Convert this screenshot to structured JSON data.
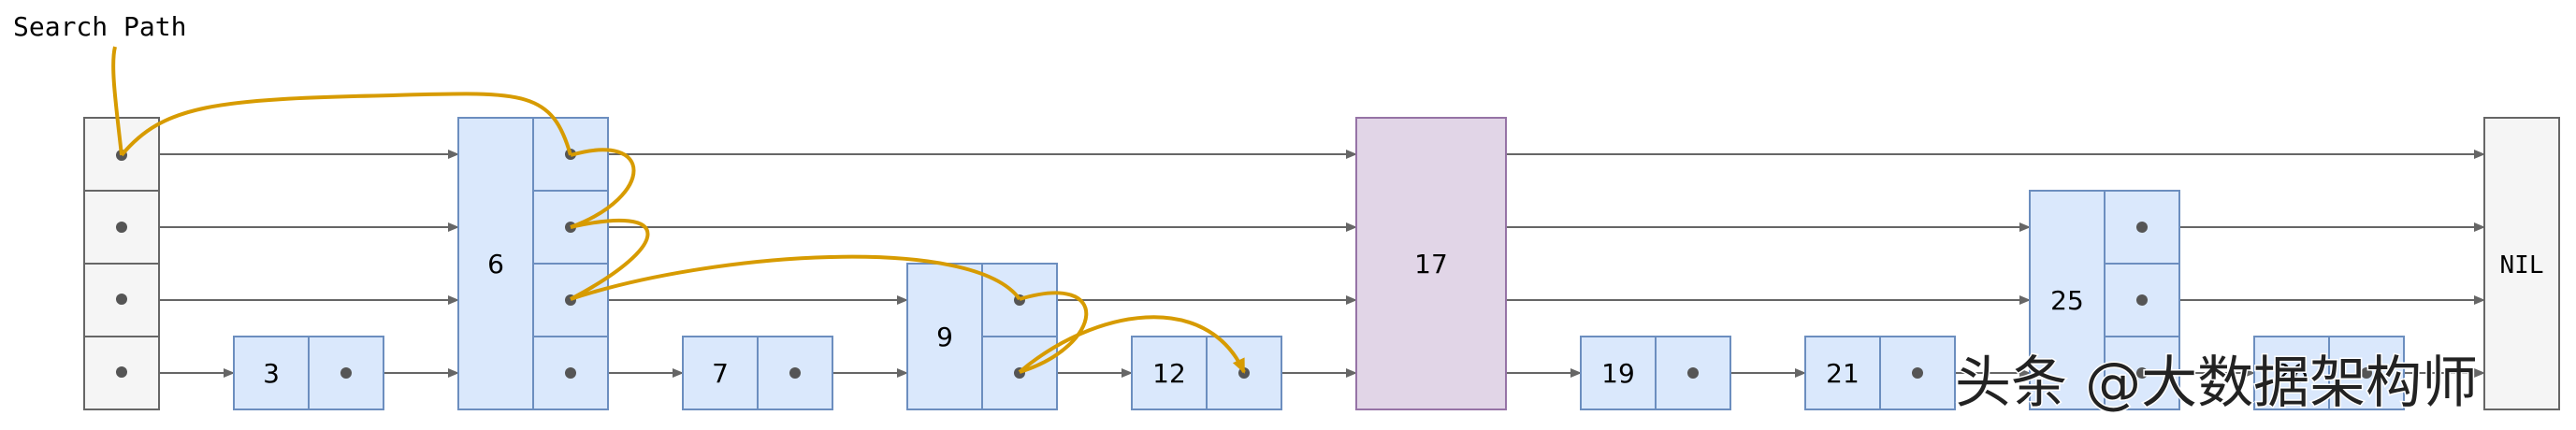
{
  "label": "Search Path",
  "nil_label": "NIL",
  "watermark": "头条 @大数据架构师",
  "colors": {
    "node_fill": "#dae8fc",
    "node_stroke": "#6c8ebf",
    "head_fill": "#f5f5f5",
    "head_stroke": "#666666",
    "highlight_fill": "#e1d5e7",
    "highlight_stroke": "#9673a6",
    "arrow": "#666666",
    "search_path": "#d79b00",
    "watermark": "#222222"
  },
  "nodes": [
    {
      "key": "3",
      "levels": 1
    },
    {
      "key": "6",
      "levels": 4
    },
    {
      "key": "7",
      "levels": 1
    },
    {
      "key": "9",
      "levels": 2
    },
    {
      "key": "12",
      "levels": 1
    },
    {
      "key": "17",
      "levels": 4,
      "highlight": true
    },
    {
      "key": "19",
      "levels": 1
    },
    {
      "key": "21",
      "levels": 1
    },
    {
      "key": "25",
      "levels": 3
    },
    {
      "key": "26",
      "levels": 1
    }
  ]
}
